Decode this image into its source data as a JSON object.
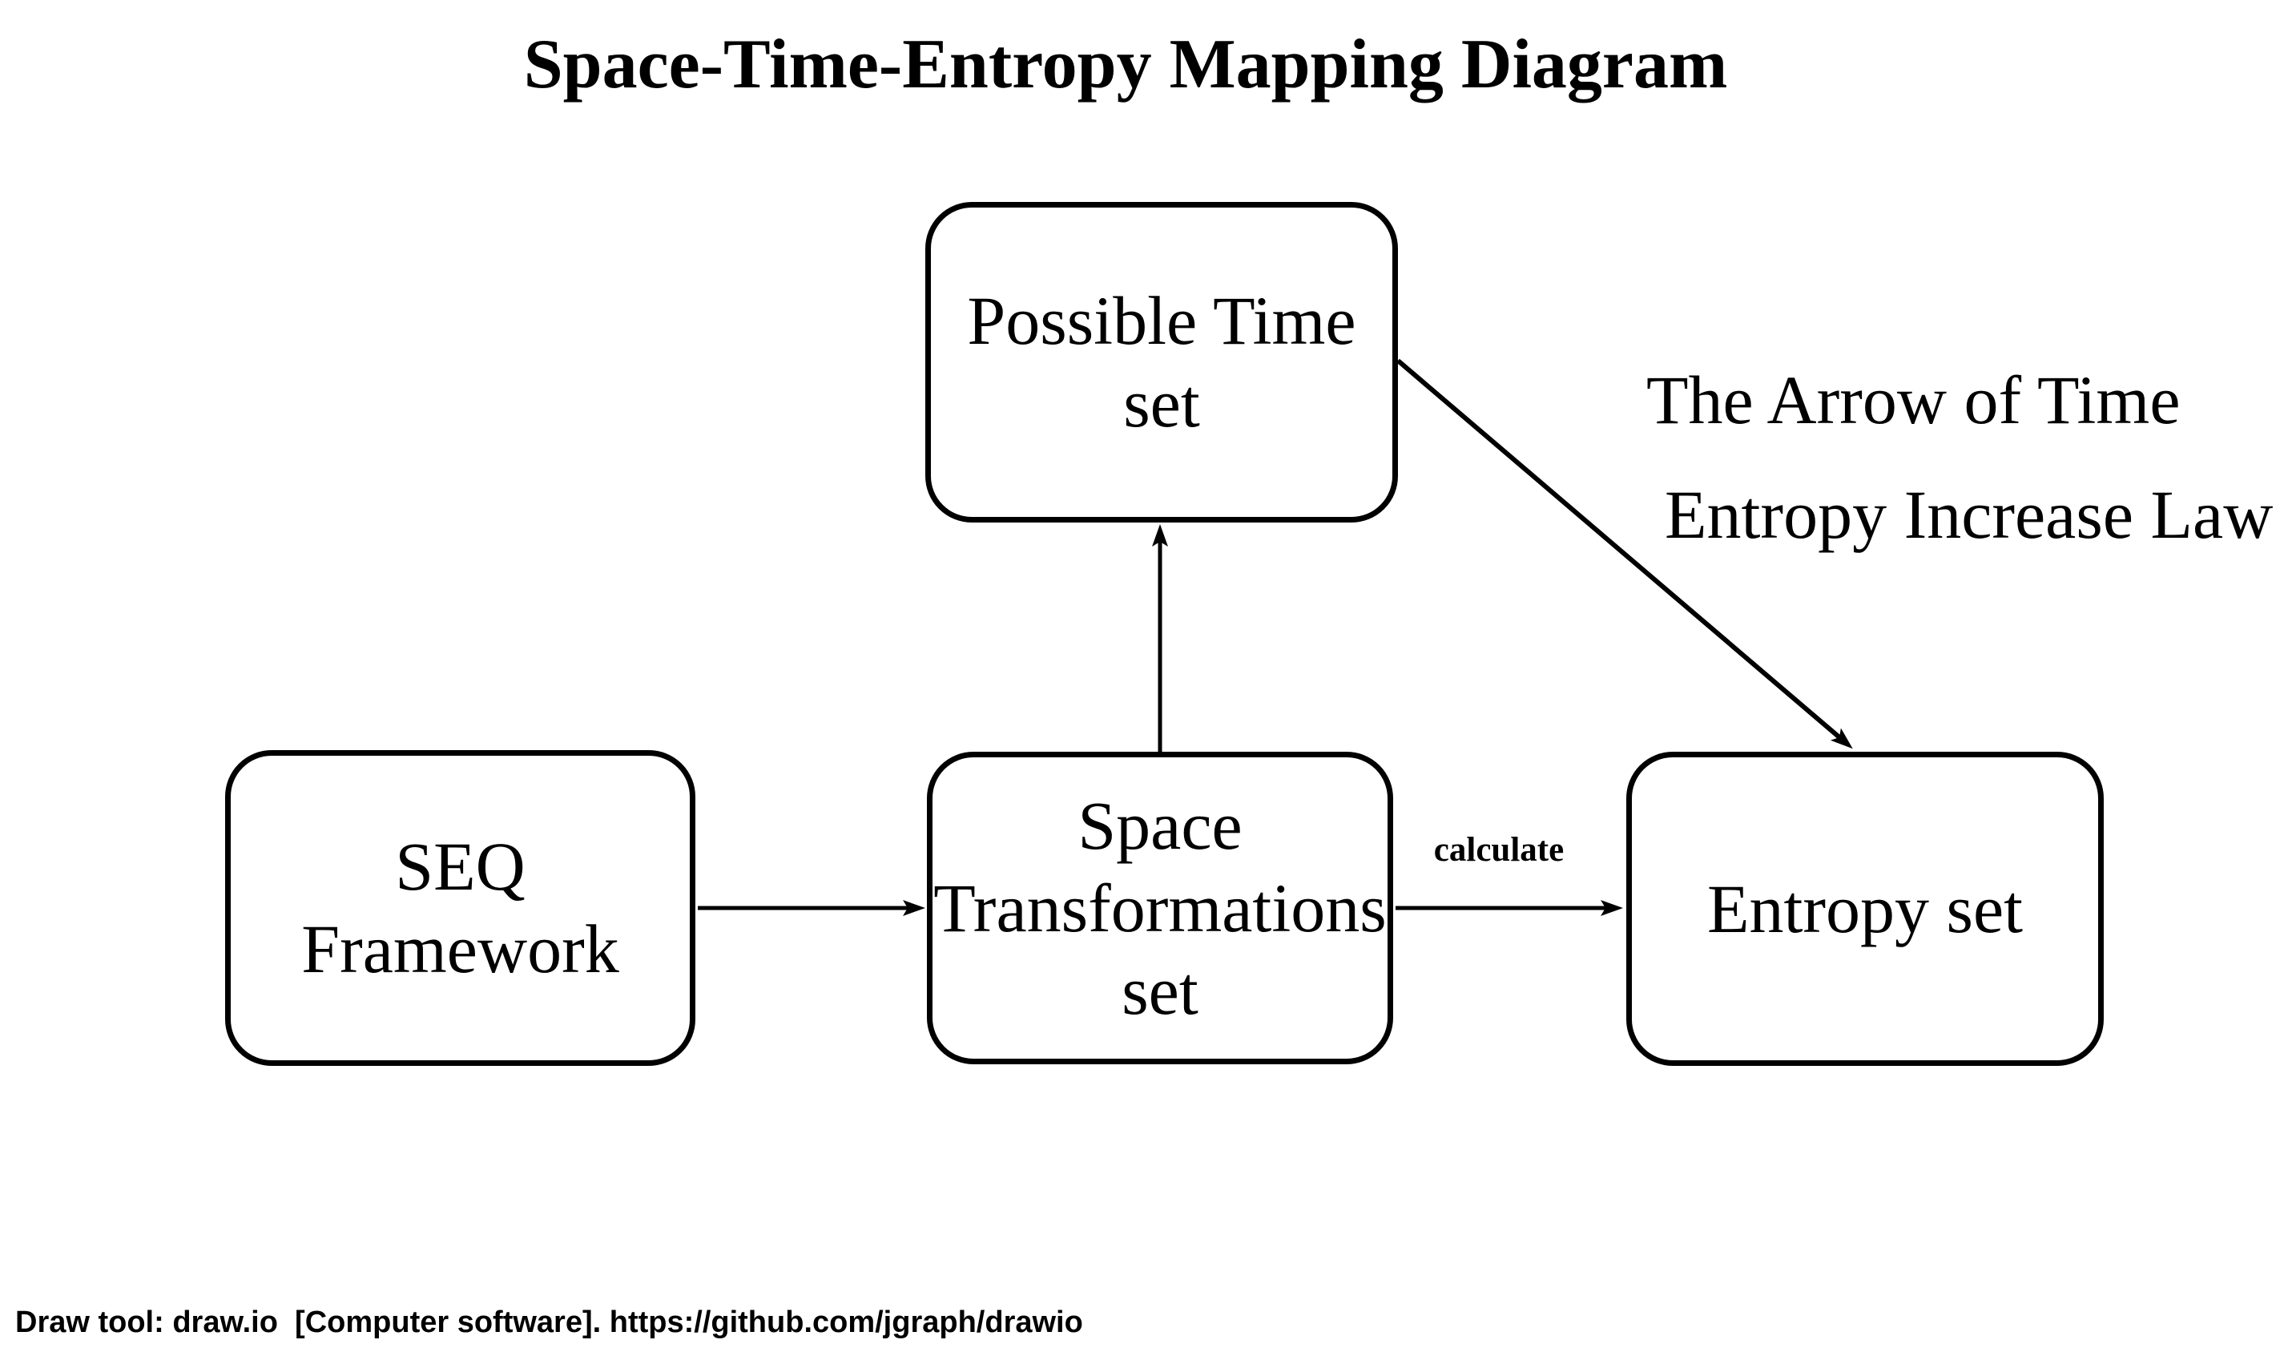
{
  "title": "Space-Time-Entropy Mapping Diagram",
  "nodes": {
    "possible_time_set": {
      "line1": "Possible Time",
      "line2": "set"
    },
    "seq_framework": {
      "line1": "SEQ",
      "line2": "Framework"
    },
    "space_transformations_set": {
      "line1": "Space",
      "line2": "Transformations",
      "line3": "set"
    },
    "entropy_set": {
      "line1": "Entropy set"
    }
  },
  "edge_labels": {
    "calculate": "calculate"
  },
  "annotations": {
    "arrow_of_time": "The Arrow of Time",
    "entropy_increase_law": "Entropy Increase Law"
  },
  "footer": {
    "credit": "Draw tool: draw.io  [Computer software]. https://github.com/jgraph/drawio"
  },
  "colors": {
    "stroke": "#000000",
    "background": "#ffffff",
    "text": "#000000"
  }
}
